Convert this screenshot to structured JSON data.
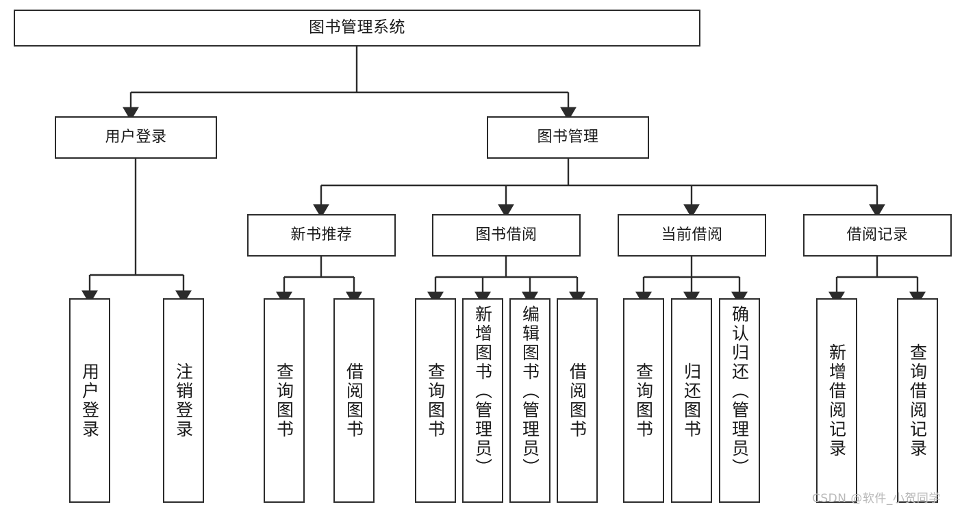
{
  "diagram": {
    "title": "图书管理系统",
    "type": "功能结构图",
    "watermark": "CSDN @软件_小贺同学",
    "style": {
      "box_stroke": "#2b2b2b",
      "box_fill": "#ffffff",
      "edge_color": "#2b2b2b",
      "background": "#ffffff"
    },
    "nodes": {
      "root": {
        "label": "图书管理系统"
      },
      "level2": [
        {
          "label": "用户登录"
        },
        {
          "label": "图书管理"
        }
      ],
      "level3": [
        {
          "label": "新书推荐"
        },
        {
          "label": "图书借阅"
        },
        {
          "label": "当前借阅"
        },
        {
          "label": "借阅记录"
        }
      ],
      "leaves": {
        "user_login": [
          {
            "label": "用户登录"
          },
          {
            "label": "注销登录"
          }
        ],
        "new_book": [
          {
            "label": "查询图书"
          },
          {
            "label": "借阅图书"
          }
        ],
        "book_borrow": [
          {
            "label": "查询图书"
          },
          {
            "label": "新增图书（管理员）"
          },
          {
            "label": "编辑图书（管理员）"
          },
          {
            "label": "借阅图书"
          }
        ],
        "current_borrow": [
          {
            "label": "查询图书"
          },
          {
            "label": "归还图书"
          },
          {
            "label": "确认归还（管理员）"
          }
        ],
        "borrow_record": [
          {
            "label": "新增借阅记录"
          },
          {
            "label": "查询借阅记录"
          }
        ]
      }
    }
  }
}
